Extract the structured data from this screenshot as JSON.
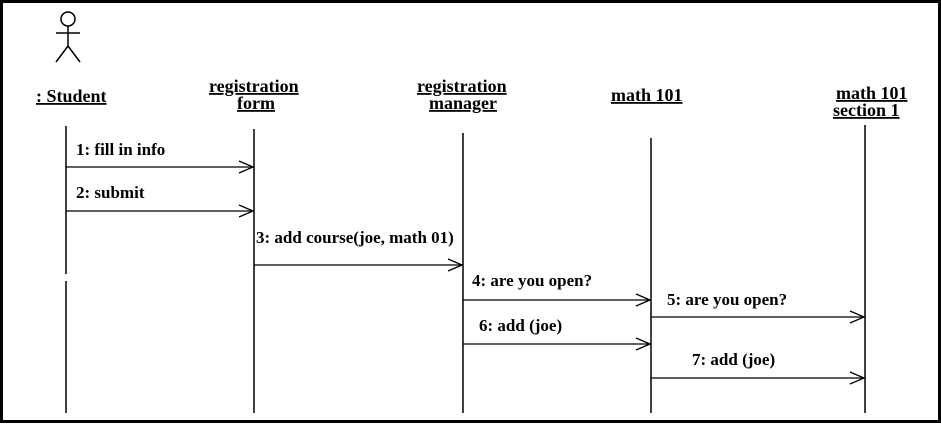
{
  "actor": {
    "label": ": Student",
    "icon": "stick-figure-icon"
  },
  "objects": [
    {
      "id": "registration-form",
      "lines": [
        "registration",
        "form"
      ]
    },
    {
      "id": "registration-manager",
      "lines": [
        "registration",
        "manager"
      ]
    },
    {
      "id": "math-101",
      "lines": [
        "math 101"
      ]
    },
    {
      "id": "math-101-section-1",
      "lines": [
        "math 101",
        "section 1"
      ]
    }
  ],
  "messages": [
    {
      "n": 1,
      "label": "1: fill in info",
      "from": ": Student",
      "to": "registration form"
    },
    {
      "n": 2,
      "label": "2: submit",
      "from": ": Student",
      "to": "registration form"
    },
    {
      "n": 3,
      "label": "3: add course(joe, math 01)",
      "from": "registration form",
      "to": "registration manager"
    },
    {
      "n": 4,
      "label": "4: are you open?",
      "from": "registration manager",
      "to": "math 101"
    },
    {
      "n": 5,
      "label": "5: are you open?",
      "from": "math 101",
      "to": "math 101 section 1"
    },
    {
      "n": 6,
      "label": "6: add (joe)",
      "from": "registration manager",
      "to": "math 101"
    },
    {
      "n": 7,
      "label": "7: add (joe)",
      "from": "math 101",
      "to": "math 101 section 1"
    }
  ],
  "colors": {
    "ink": "#000000",
    "background": "#ffffff"
  }
}
